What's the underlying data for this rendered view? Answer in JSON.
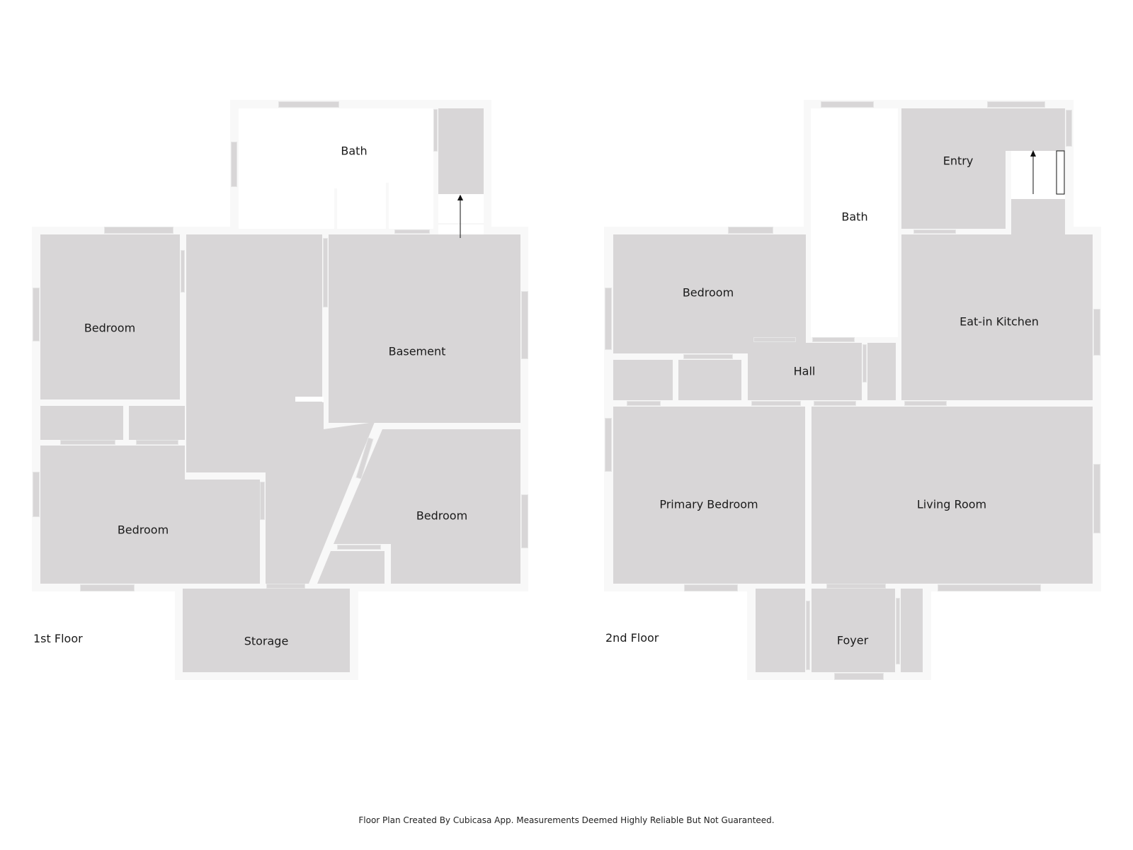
{
  "floors": [
    {
      "label": "1st Floor",
      "rooms": [
        {
          "name": "Bath"
        },
        {
          "name": "Bedroom"
        },
        {
          "name": "Basement"
        },
        {
          "name": "Bedroom"
        },
        {
          "name": "Bedroom"
        },
        {
          "name": "Storage"
        }
      ]
    },
    {
      "label": "2nd Floor",
      "rooms": [
        {
          "name": "Bath"
        },
        {
          "name": "Entry"
        },
        {
          "name": "Bedroom"
        },
        {
          "name": "Eat-in Kitchen"
        },
        {
          "name": "Hall"
        },
        {
          "name": "Primary Bedroom"
        },
        {
          "name": "Living Room"
        },
        {
          "name": "Foyer"
        }
      ]
    }
  ],
  "footer": {
    "disclaimer": "Floor Plan Created By Cubicasa App. Measurements Deemed Highly Reliable But Not Guaranteed."
  },
  "colors": {
    "room_fill": "#d8d6d7",
    "wall": "#f8f8f8",
    "background": "#ffffff",
    "text": "#1a1a1a"
  }
}
